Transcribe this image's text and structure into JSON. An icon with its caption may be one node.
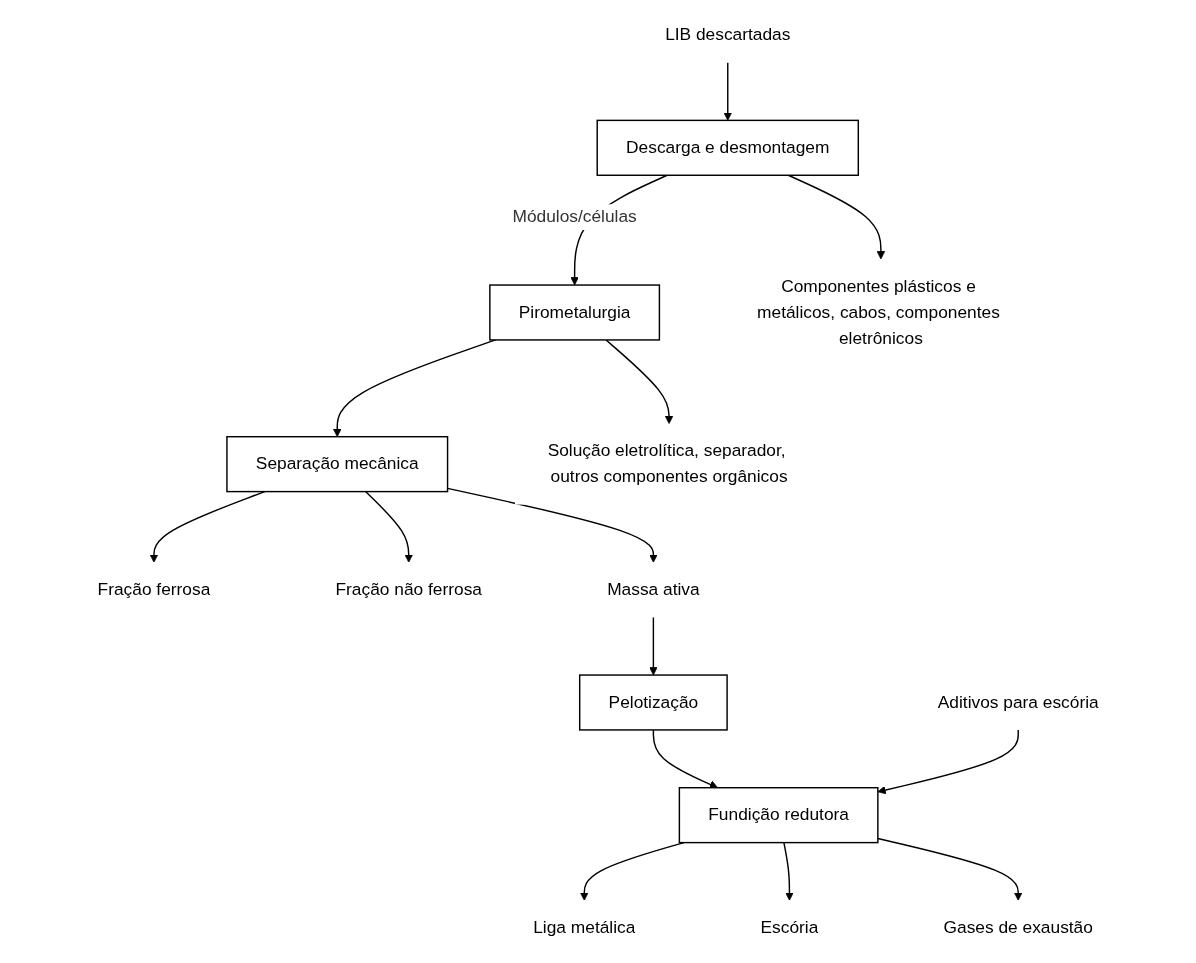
{
  "diagram": {
    "nodes": [
      {
        "text": [
          "LIB descartadas"
        ]
      },
      {
        "text": [
          "Descarga e desmontagem"
        ]
      },
      {
        "text": [
          "Componentes plásticos e metálicos, cabos, componentes eletrônicos"
        ]
      },
      {
        "text": [
          "Pirometalurgia"
        ]
      },
      {
        "text": [
          "Solução eletrolítica, separador, outros componentes orgânicos"
        ]
      },
      {
        "text": [
          "Separação mecânica"
        ]
      },
      {
        "text": [
          "Fração ferrosa"
        ]
      },
      {
        "text": [
          "Fração não ferrosa"
        ]
      },
      {
        "text": [
          "Massa ativa"
        ]
      },
      {
        "text": [
          "Pelotização"
        ]
      },
      {
        "text": [
          "Aditivos para escória"
        ]
      },
      {
        "text": [
          "Fundição redutora"
        ]
      },
      {
        "text": [
          "Liga metálica"
        ]
      },
      {
        "text": [
          "Escória"
        ]
      },
      {
        "text": [
          "Gases de exaustão"
        ]
      }
    ],
    "edges": [
      {
        "from": 0,
        "to": 1,
        "arrow": "to"
      },
      {
        "from": 1,
        "to": 2,
        "arrow": "to"
      },
      {
        "from": 1,
        "to": 3,
        "arrow": "to",
        "label": "Módulos/células"
      },
      {
        "from": 3,
        "to": 4,
        "arrow": "to"
      },
      {
        "from": 3,
        "to": 5,
        "arrow": "to"
      },
      {
        "from": 5,
        "to": 6,
        "arrow": "to"
      },
      {
        "from": 5,
        "to": 7,
        "arrow": "to"
      },
      {
        "from": 5,
        "to": 8,
        "arrow": "to"
      },
      {
        "from": 8,
        "to": 9,
        "arrow": "to"
      },
      {
        "from": 9,
        "to": 11,
        "arrow": "to"
      },
      {
        "from": 10,
        "to": 11,
        "arrow": "to"
      },
      {
        "from": 11,
        "to": 12,
        "arrow": "to"
      },
      {
        "from": 11,
        "to": 13,
        "arrow": "to"
      },
      {
        "from": 11,
        "to": 14,
        "arrow": "to"
      }
    ]
  }
}
